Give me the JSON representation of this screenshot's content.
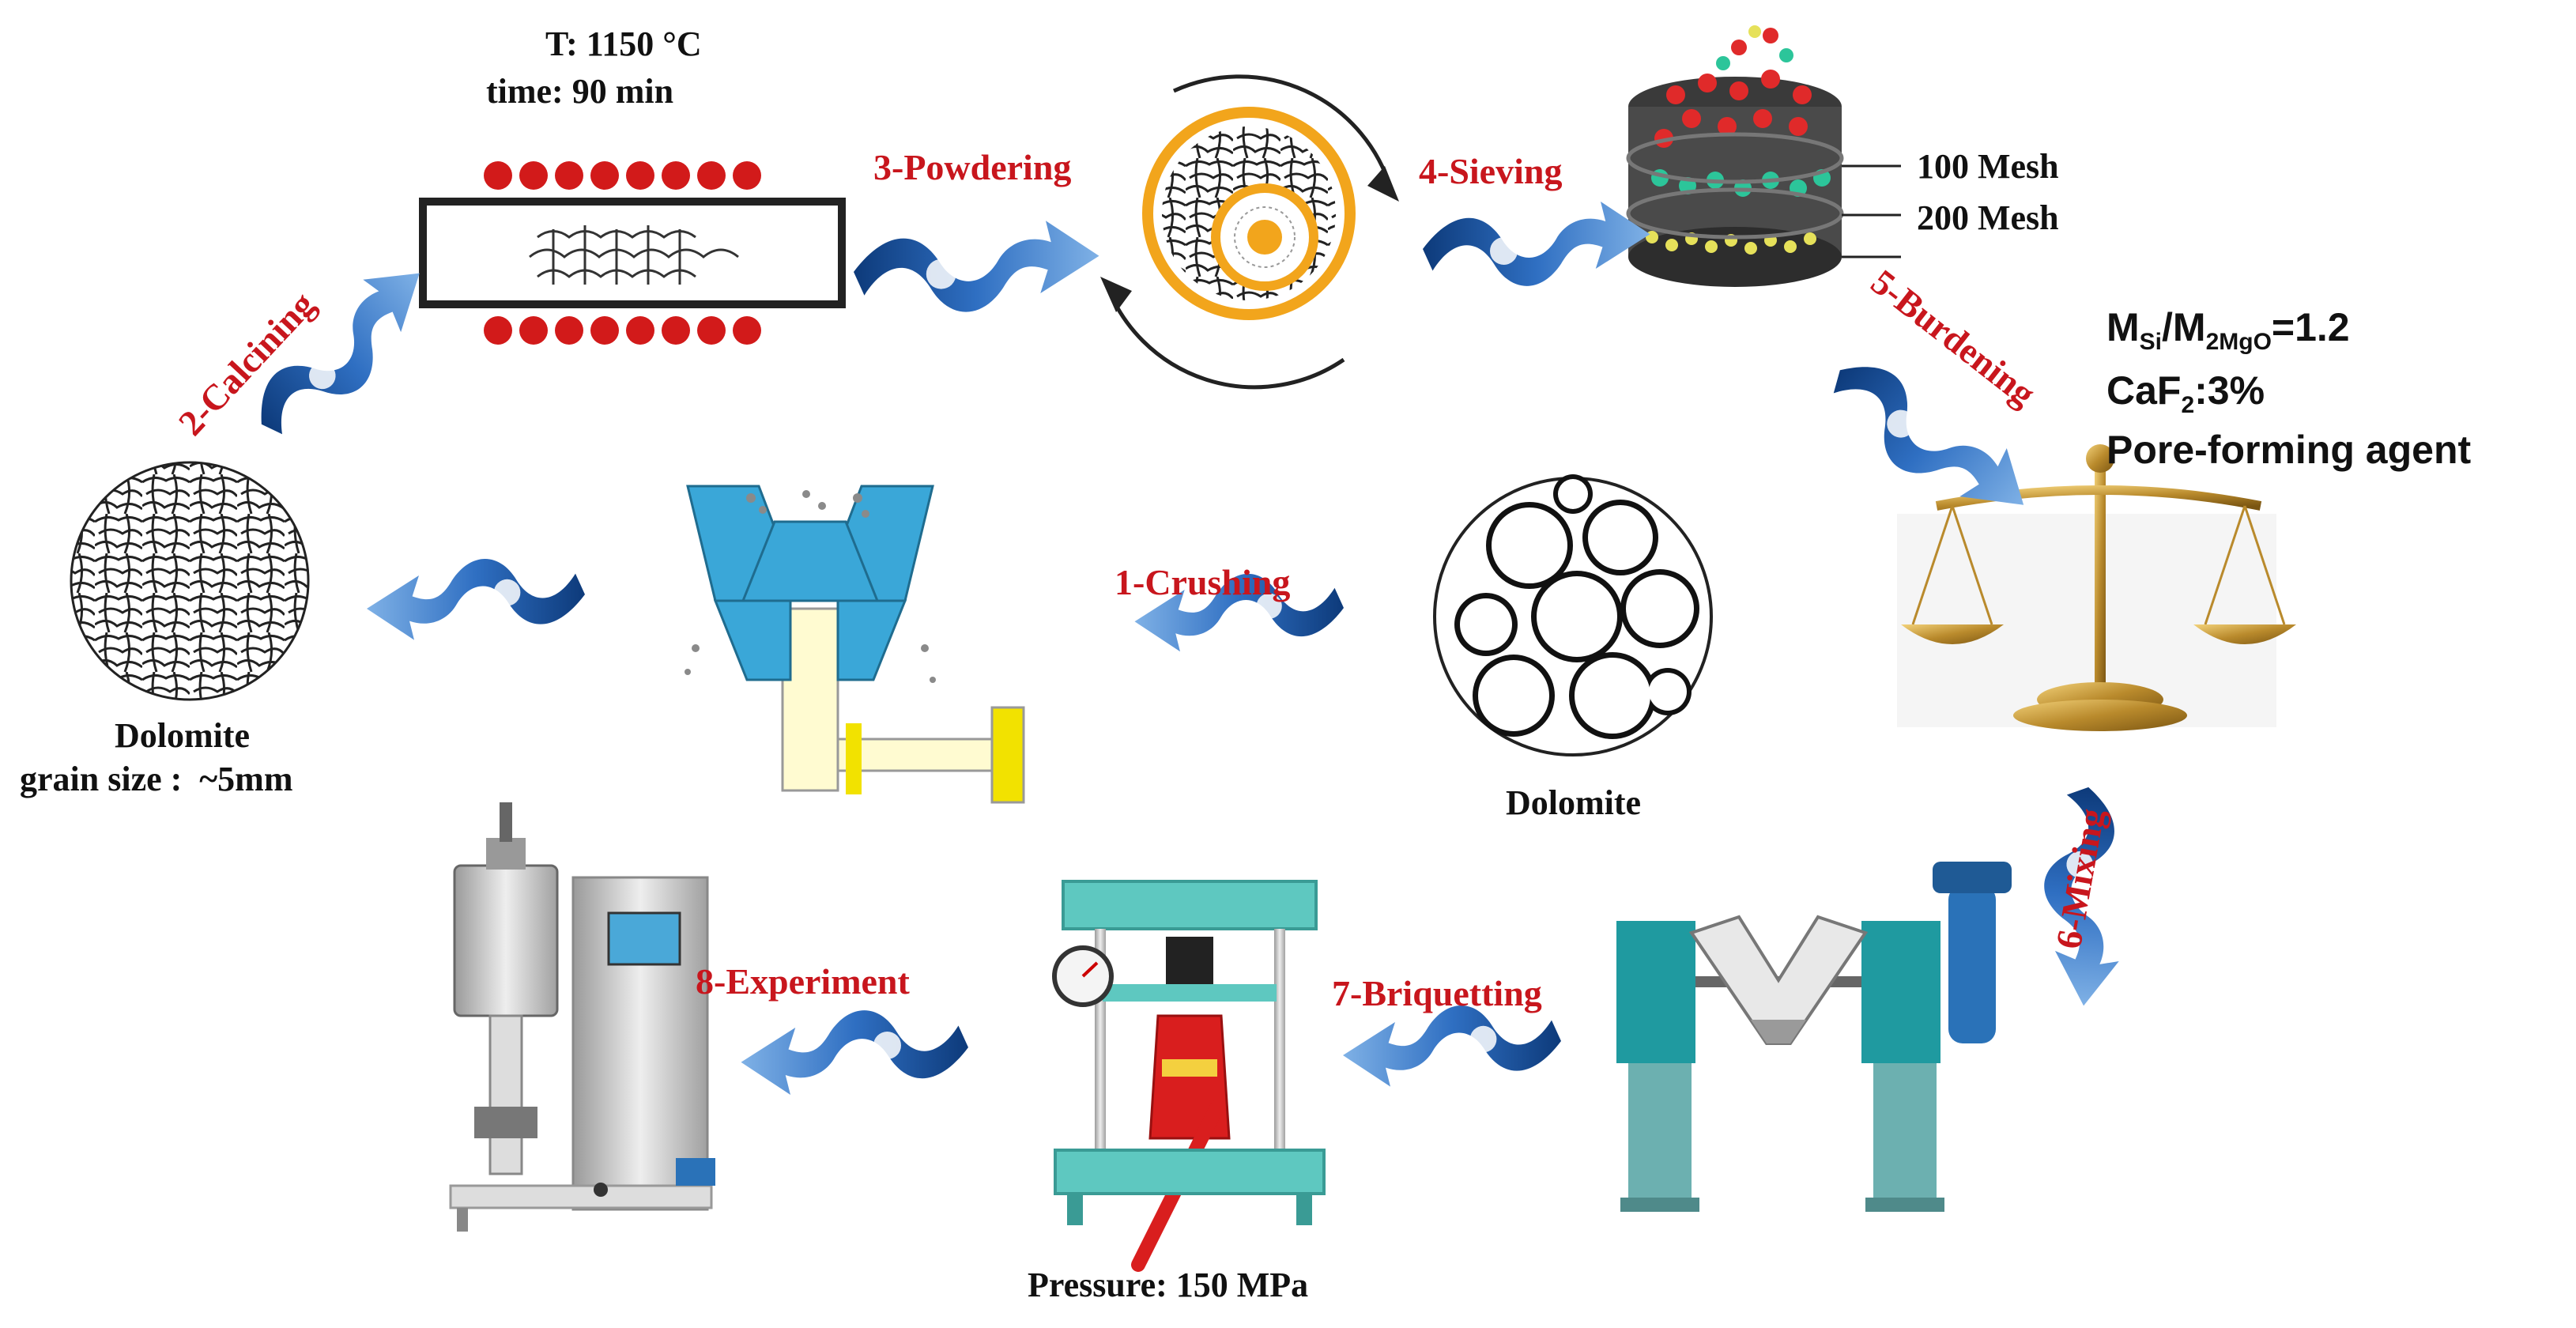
{
  "steps": {
    "s1": "1-Crushing",
    "s2": "2-Calcining",
    "s3": "3-Powdering",
    "s4": "4-Sieving",
    "s5": "5-Burdening",
    "s6": "6-Mixing",
    "s7": "7-Briquetting",
    "s8": "8-Experiment"
  },
  "calcining": {
    "temperature": "T:  1150 °C",
    "time": "time:  90 min"
  },
  "sieving": {
    "mesh_100": "100 Mesh",
    "mesh_200": "200 Mesh"
  },
  "burdening": {
    "ratio_m": "M",
    "ratio_si": "Si",
    "ratio_slash": "/M",
    "ratio_mgo": "2MgO",
    "ratio_value": "=1.2",
    "caf_pre": "CaF",
    "caf_sub": "2",
    "caf_value": ":3%",
    "pore": "Pore-forming agent"
  },
  "dolomite_raw": "Dolomite",
  "dolomite_crushed": {
    "name": "Dolomite",
    "grain": "grain size :  ~5mm"
  },
  "briquetting": {
    "pressure": "Pressure:  150 MPa"
  },
  "colors": {
    "step_red": "#c8161d",
    "arrow_blue": "#1e5ba8",
    "heater_red": "#d21a1a",
    "mill_orange": "#f2a51c",
    "crusher_blue": "#3aa7d8",
    "mixer_teal": "#1f9aa0",
    "press_teal": "#5ec8c0",
    "jack_red": "#d91e1e"
  }
}
